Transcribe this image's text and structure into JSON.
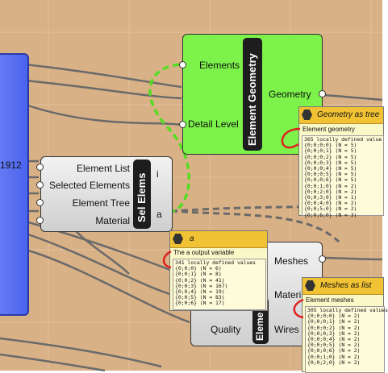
{
  "left_node": {
    "label": "1912"
  },
  "sel_elems": {
    "title": "Sel Elems",
    "inputs": [
      "Element List",
      "Selected Elements",
      "Element Tree",
      "Material"
    ],
    "outputs": [
      "i",
      "a"
    ]
  },
  "element_geometry": {
    "title": "Element Geometry",
    "inputs": [
      "Elements",
      "Detail Level"
    ],
    "output": "Geometry"
  },
  "bottom_comp": {
    "title_partial": "Eleme",
    "input": "Quality",
    "outputs": [
      "Meshes",
      "Materi",
      "Wires"
    ]
  },
  "panel_geometry": {
    "title": "Geometry as tree",
    "subtitle": "Element geometry",
    "header_line": "365 locally defined value",
    "rows": [
      "{0;0;0;0} (N = 5)",
      "{0;0;0;1} (N = 5)",
      "{0;0;0;2} (N = 5)",
      "{0;0;0;3} (N = 5)",
      "{0;0;0;4} (N = 5)",
      "{0;0;0;5} (N = 5)",
      "{0;0;0;6} (N = 5)",
      "{0;0;1;0} (N = 2)",
      "{0;0;2;0} (N = 2)",
      "{0;0;3;0} (N = 1)",
      "{0;0;4;0} (N = 2)",
      "{0;0;5;0} (N = 2)",
      "{0;0;6;0} (N = 3)"
    ]
  },
  "panel_a": {
    "title": "a",
    "subtitle": "The a output variable",
    "header_line": "341 locally defined values",
    "rows": [
      "{0;0;0} (N = 6)",
      "{0;0;1} (N = 8)",
      "{0;0;2} (N = 41)",
      "{0;0;3} (N = 167)",
      "{0;0;4} (N = 19)",
      "{0;0;5} (N = 83)",
      "{0;0;6} (N = 17)"
    ]
  },
  "panel_meshes": {
    "title": "Meshes as list",
    "subtitle": "Element meshes",
    "header_line": "305 locally defined values",
    "rows": [
      "{0;0;0;0} (N = 2)",
      "{0;0;0;1} (N = 2)",
      "{0;0;0;2} (N = 2)",
      "{0;0;0;3} (N = 2)",
      "{0;0;0;4} (N = 2)",
      "{0;0;0;5} (N = 2)",
      "{0;0;0;6} (N = 2)",
      "{0;0;1;0} (N = 2)",
      "{0;0;2;0} (N = 2)"
    ]
  },
  "colors": {
    "canvas": "#d9b186",
    "component_green": "#7cf24a",
    "panel_yellow": "#f1c233",
    "wire_selected": "#55dd22",
    "mark_red": "#e02020"
  }
}
